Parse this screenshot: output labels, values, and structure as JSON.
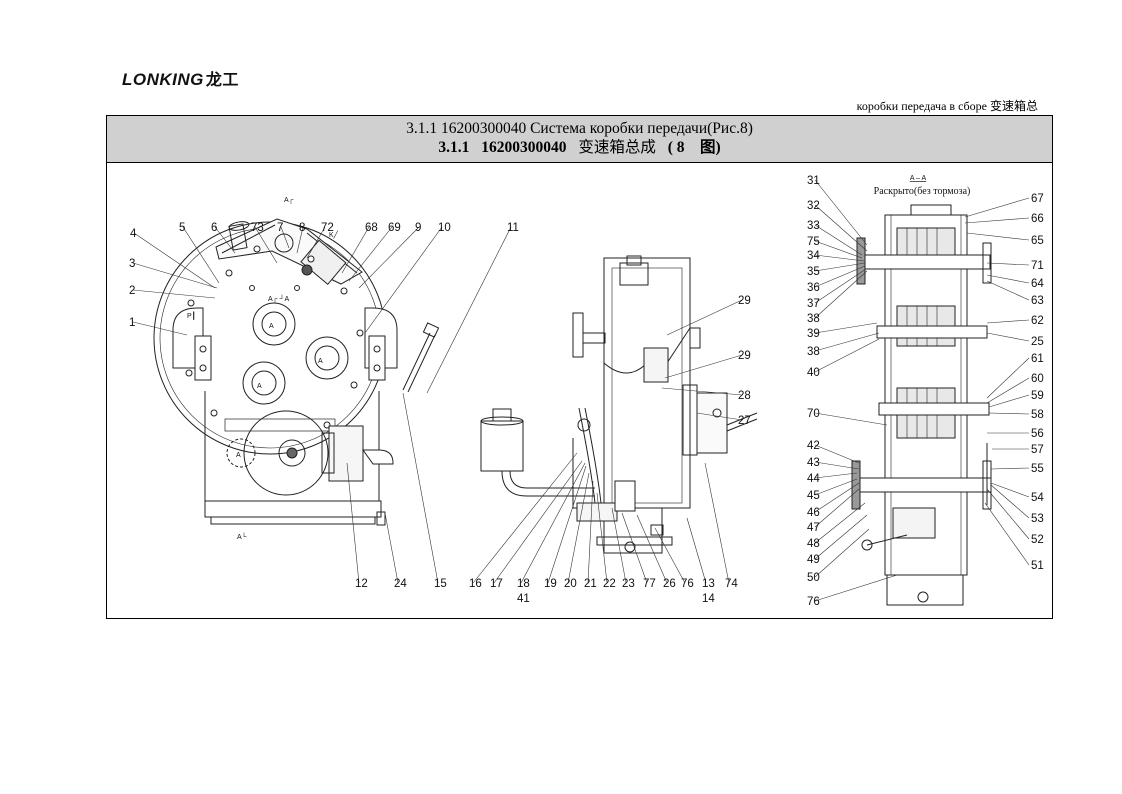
{
  "logo": {
    "text": "LONKING",
    "cn": "龙工"
  },
  "header_right": "коробки передача в сборе 变速箱总",
  "title": {
    "ru": "3.1.1 16200300040 Система коробки передачи(Рис.8)",
    "cn_num": "3.1.1",
    "cn_code": "16200300040",
    "cn_name": "变速箱总成",
    "cn_fig": "( 8　图)"
  },
  "section_label": "A – A",
  "section_note": "Раскрыто(без тормоза)",
  "view_marks": [
    "A┌",
    "A└",
    "P┃",
    "K╱",
    "A┌ ┘A",
    "A",
    "A",
    "A",
    "A"
  ],
  "callouts": {
    "left": [
      "4",
      "5",
      "6",
      "73",
      "7",
      "8",
      "72",
      "68",
      "69",
      "9",
      "10",
      "3",
      "2",
      "1",
      "12",
      "24",
      "15"
    ],
    "middle": [
      "11",
      "29",
      "29",
      "28",
      "27",
      "16",
      "17",
      "18",
      "41",
      "19",
      "20",
      "21",
      "22",
      "23",
      "77",
      "26",
      "76",
      "13",
      "14",
      "74"
    ],
    "right": [
      "31",
      "32",
      "33",
      "75",
      "34",
      "35",
      "36",
      "37",
      "38",
      "39",
      "38",
      "40",
      "70",
      "42",
      "43",
      "44",
      "45",
      "46",
      "47",
      "48",
      "49",
      "50",
      "76",
      "67",
      "66",
      "65",
      "71",
      "64",
      "63",
      "62",
      "25",
      "61",
      "60",
      "59",
      "58",
      "56",
      "57",
      "55",
      "54",
      "53",
      "52",
      "51"
    ]
  }
}
